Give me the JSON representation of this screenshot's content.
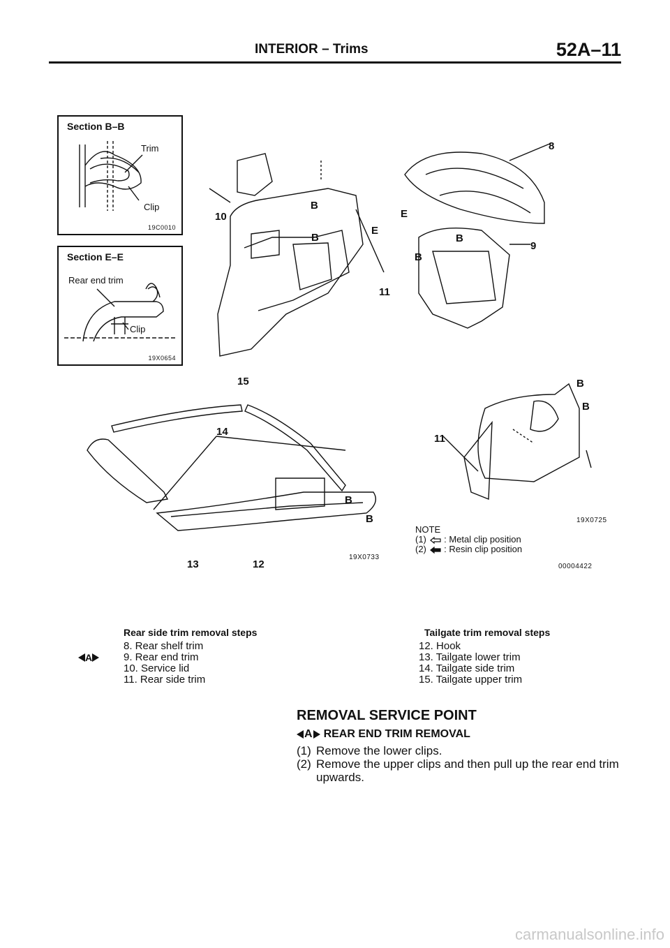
{
  "header": {
    "section": "INTERIOR",
    "separator": "–",
    "subsection": "Trims",
    "page_number": "52A–11"
  },
  "section_bb": {
    "title": "Section B–B",
    "label_trim": "Trim",
    "label_clip": "Clip",
    "code": "19C0010"
  },
  "section_ee": {
    "title": "Section E–E",
    "label_rear_end_trim": "Rear end trim",
    "label_clip": "Clip",
    "code": "19X0654"
  },
  "callouts": {
    "n8": "8",
    "n9": "9",
    "n10": "10",
    "n11a": "11",
    "n11b": "11",
    "n12": "12",
    "n13": "13",
    "n14": "14",
    "n15": "15",
    "b1": "B",
    "b2": "B",
    "b3": "B",
    "b4": "B",
    "b5": "B",
    "b6": "B",
    "b7": "B",
    "b8": "B",
    "e1": "E",
    "e2": "E"
  },
  "figure_codes": {
    "left_bottom": "19X0733",
    "right_bottom": "19X0725",
    "overall": "00004422"
  },
  "note": {
    "title": "NOTE",
    "item1_num": "(1)",
    "item1_text": ": Metal clip position",
    "item2_num": "(2)",
    "item2_text": ": Resin clip position"
  },
  "rear_side_steps": {
    "title": "Rear side trim removal steps",
    "marker": "A",
    "items": [
      "8. Rear shelf trim",
      "9. Rear end trim",
      "10. Service lid",
      "11. Rear side trim"
    ]
  },
  "tailgate_steps": {
    "title": "Tailgate trim removal steps",
    "items": [
      "12. Hook",
      "13. Tailgate lower trim",
      "14. Tailgate side trim",
      "15. Tailgate upper trim"
    ]
  },
  "service_point": {
    "heading": "REMOVAL SERVICE POINT",
    "marker": "A",
    "subheading": "REAR END TRIM REMOVAL",
    "steps": [
      {
        "num": "(1)",
        "text": "Remove the lower clips."
      },
      {
        "num": "(2)",
        "text": "Remove the upper clips and then pull up the rear end trim upwards."
      }
    ]
  },
  "footer": {
    "watermark": "carmanualsonline.info"
  }
}
